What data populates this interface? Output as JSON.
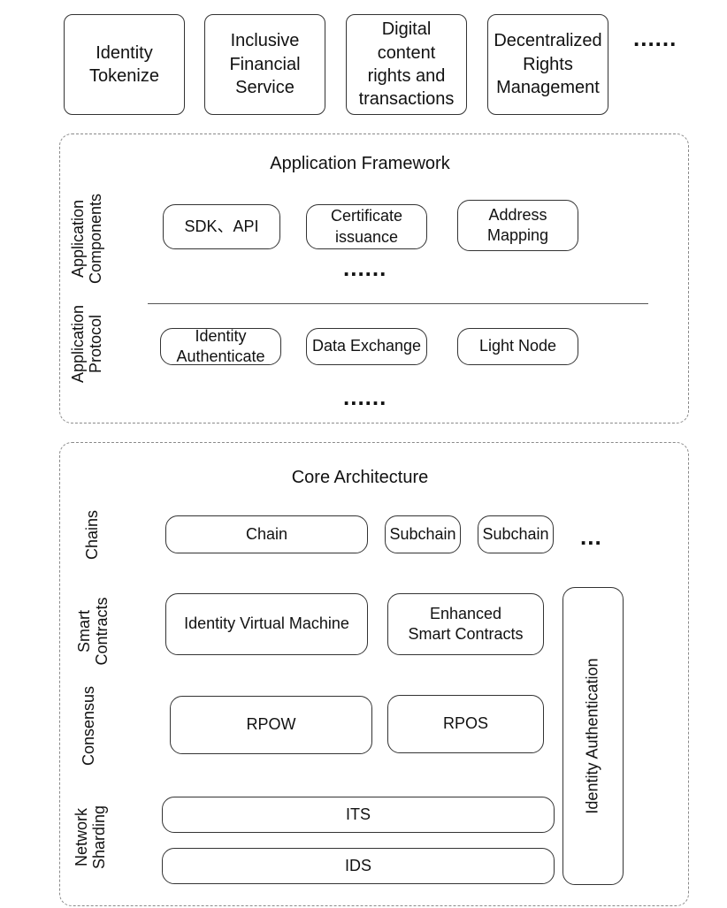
{
  "applications": [
    "Identity\nTokenize",
    "Inclusive\nFinancial\nService",
    "Digital\ncontent\nrights and\ntransactions",
    "Decentralized\nRights\nManagement"
  ],
  "top_more": "......",
  "application_framework": {
    "title": "Application Framework",
    "components_label": "Application\nComponents",
    "protocol_label": "Application\nProtocol",
    "components": [
      "SDK、API",
      "Certificate\nissuance",
      "Address\nMapping"
    ],
    "components_more": "......",
    "protocol": [
      "Identity\nAuthenticate",
      "Data Exchange",
      "Light Node"
    ],
    "protocol_more": "......"
  },
  "core_architecture": {
    "title": "Core Architecture",
    "labels": {
      "chains": "Chains",
      "smart_contracts": "Smart\nContracts",
      "consensus": "Consensus",
      "network_sharding": "Network\nSharding"
    },
    "chains": [
      "Chain",
      "Subchain",
      "Subchain"
    ],
    "chains_more": "...",
    "smart_contracts": [
      "Identity Virtual Machine",
      "Enhanced\nSmart Contracts"
    ],
    "consensus": [
      "RPOW",
      "RPOS"
    ],
    "network_sharding": [
      "ITS",
      "IDS"
    ],
    "identity_authentication": "Identity Authentication"
  }
}
